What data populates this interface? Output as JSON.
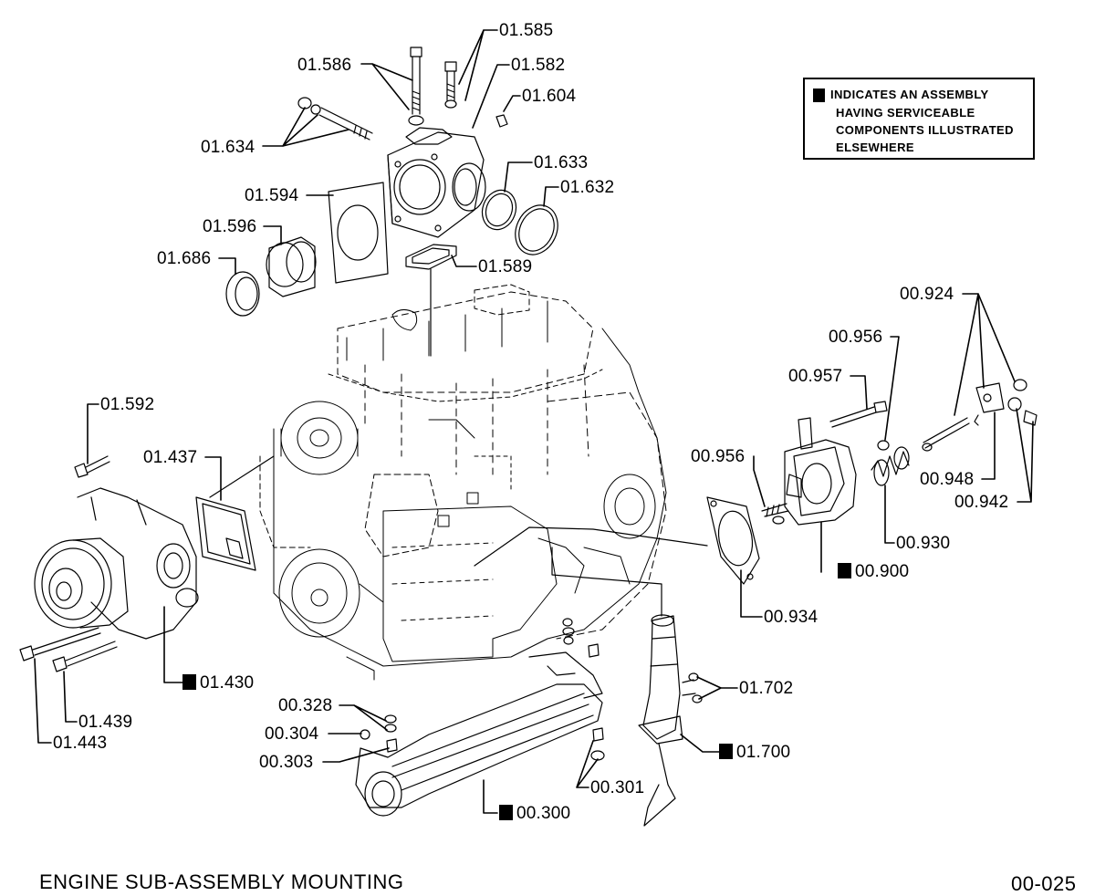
{
  "legend": {
    "lines": [
      "INDICATES AN ASSEMBLY",
      "HAVING SERVICEABLE",
      "COMPONENTS ILLUSTRATED",
      "ELSEWHERE"
    ]
  },
  "footer": {
    "title": "ENGINE  SUB-ASSEMBLY  MOUNTING",
    "figure_number": "00-025"
  },
  "callouts": [
    {
      "id": "01.585",
      "assembly": false
    },
    {
      "id": "01.582",
      "assembly": false
    },
    {
      "id": "01.586",
      "assembly": false
    },
    {
      "id": "01.604",
      "assembly": false
    },
    {
      "id": "01.634",
      "assembly": false
    },
    {
      "id": "01.633",
      "assembly": false
    },
    {
      "id": "01.632",
      "assembly": false
    },
    {
      "id": "01.594",
      "assembly": false
    },
    {
      "id": "01.596",
      "assembly": false
    },
    {
      "id": "01.686",
      "assembly": false
    },
    {
      "id": "01.589",
      "assembly": false
    },
    {
      "id": "00.924",
      "assembly": false
    },
    {
      "id": "00.956",
      "assembly": false
    },
    {
      "id": "00.957",
      "assembly": false
    },
    {
      "id": "01.592",
      "assembly": false
    },
    {
      "id": "01.437",
      "assembly": false
    },
    {
      "id": "00.956",
      "assembly": false
    },
    {
      "id": "00.948",
      "assembly": false
    },
    {
      "id": "00.942",
      "assembly": false
    },
    {
      "id": "00.930",
      "assembly": false
    },
    {
      "id": "00.900",
      "assembly": true
    },
    {
      "id": "00.934",
      "assembly": false
    },
    {
      "id": "01.430",
      "assembly": true
    },
    {
      "id": "01.702",
      "assembly": false
    },
    {
      "id": "00.328",
      "assembly": false
    },
    {
      "id": "01.439",
      "assembly": false
    },
    {
      "id": "00.304",
      "assembly": false
    },
    {
      "id": "01.443",
      "assembly": false
    },
    {
      "id": "01.700",
      "assembly": true
    },
    {
      "id": "00.303",
      "assembly": false
    },
    {
      "id": "00.301",
      "assembly": false
    },
    {
      "id": "00.300",
      "assembly": true
    }
  ]
}
